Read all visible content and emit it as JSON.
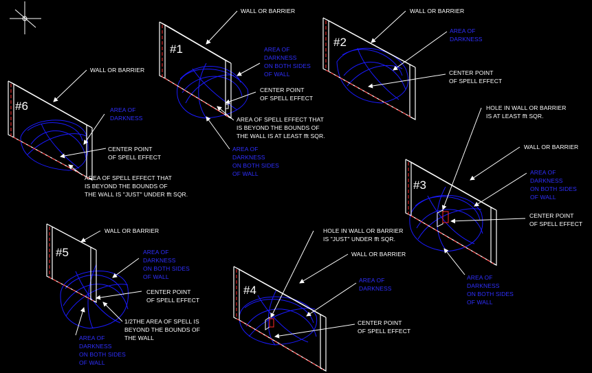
{
  "colors": {
    "background": "#000000",
    "lines": "#ffffff",
    "darkness": "#1a1aff",
    "dashed": "#ff2a2a",
    "darkness_label": "#2f2fff"
  },
  "icons": {
    "ucs": "crosshair-icon"
  },
  "panels": {
    "p1": {
      "number": "#1",
      "wall_label": "WALL OR BARRIER",
      "darkness_label": "AREA OF\nDARKNESS\nON BOTH SIDES\nOF WALL",
      "center_label": "CENTER POINT\nOF SPELL EFFECT",
      "beyond_label": "AREA OF SPELL EFFECT THAT\nIS BEYOND THE BOUNDS OF\nTHE WALL IS AT LEAST fft SQR.",
      "darkness_label2": "AREA OF\nDARKNESS\nON BOTH SIDES\nOF WALL"
    },
    "p2": {
      "number": "#2",
      "wall_label": "WALL OR BARRIER",
      "darkness_label": "AREA OF\nDARKNESS",
      "center_label": "CENTER POINT\nOF SPELL EFFECT"
    },
    "p3": {
      "number": "#3",
      "hole_label": "HOLE IN WALL OR BARRIER\nIS AT LEAST fft SQR.",
      "wall_label": "WALL OR BARRIER",
      "darkness_label": "AREA OF\nDARKNESS\nON BOTH SIDES\nOF WALL",
      "center_label": "CENTER POINT\nOF SPELL EFFECT",
      "darkness_label2": "AREA OF\nDARKNESS\nON BOTH SIDES\nOF WALL"
    },
    "p4": {
      "number": "#4",
      "hole_label": "HOLE IN WALL OR BARRIER\nIS \"JUST\" UNDER fft SQR.",
      "wall_label": "WALL OR BARRIER",
      "darkness_label": "AREA OF\nDARKNESS",
      "center_label": "CENTER POINT\nOF SPELL EFFECT"
    },
    "p5": {
      "number": "#5",
      "wall_label": "WALL OR BARRIER",
      "darkness_label": "AREA OF\nDARKNESS\nON BOTH SIDES\nOF WALL",
      "center_label": "CENTER POINT\nOF SPELL EFFECT",
      "half_label": "1/2THE AREA OF SPELL IS\nBEYOND THE BOUNDS OF\nTHE WALL",
      "darkness_label2": "AREA OF\nDARKNESS\nON BOTH SIDES\nOF WALL"
    },
    "p6": {
      "number": "#6",
      "wall_label": "WALL OR BARRIER",
      "darkness_label": "AREA OF\nDARKNESS",
      "center_label": "CENTER POINT\nOF SPELL EFFECT",
      "beyond_label": "AREA OF SPELL EFFECT THAT\nIS BEYOND THE BOUNDS OF\nTHE WALL IS \"JUST\" UNDER fft SQR."
    }
  }
}
